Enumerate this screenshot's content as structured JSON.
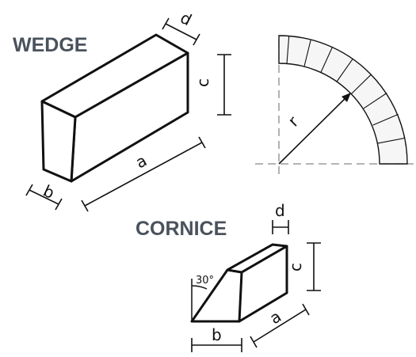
{
  "wedge": {
    "title": "WEDGE",
    "dim_a": "a",
    "dim_b": "b",
    "dim_c": "c",
    "dim_d": "d",
    "dim_r": "r"
  },
  "cornice": {
    "title": "CORNICE",
    "dim_a": "a",
    "dim_b": "b",
    "dim_c": "c",
    "dim_d": "d",
    "angle": "30°"
  },
  "colors": {
    "title": "#4a525c",
    "line": "#111111",
    "arch_fill": "#f6f6f6",
    "centerline": "#888888"
  }
}
